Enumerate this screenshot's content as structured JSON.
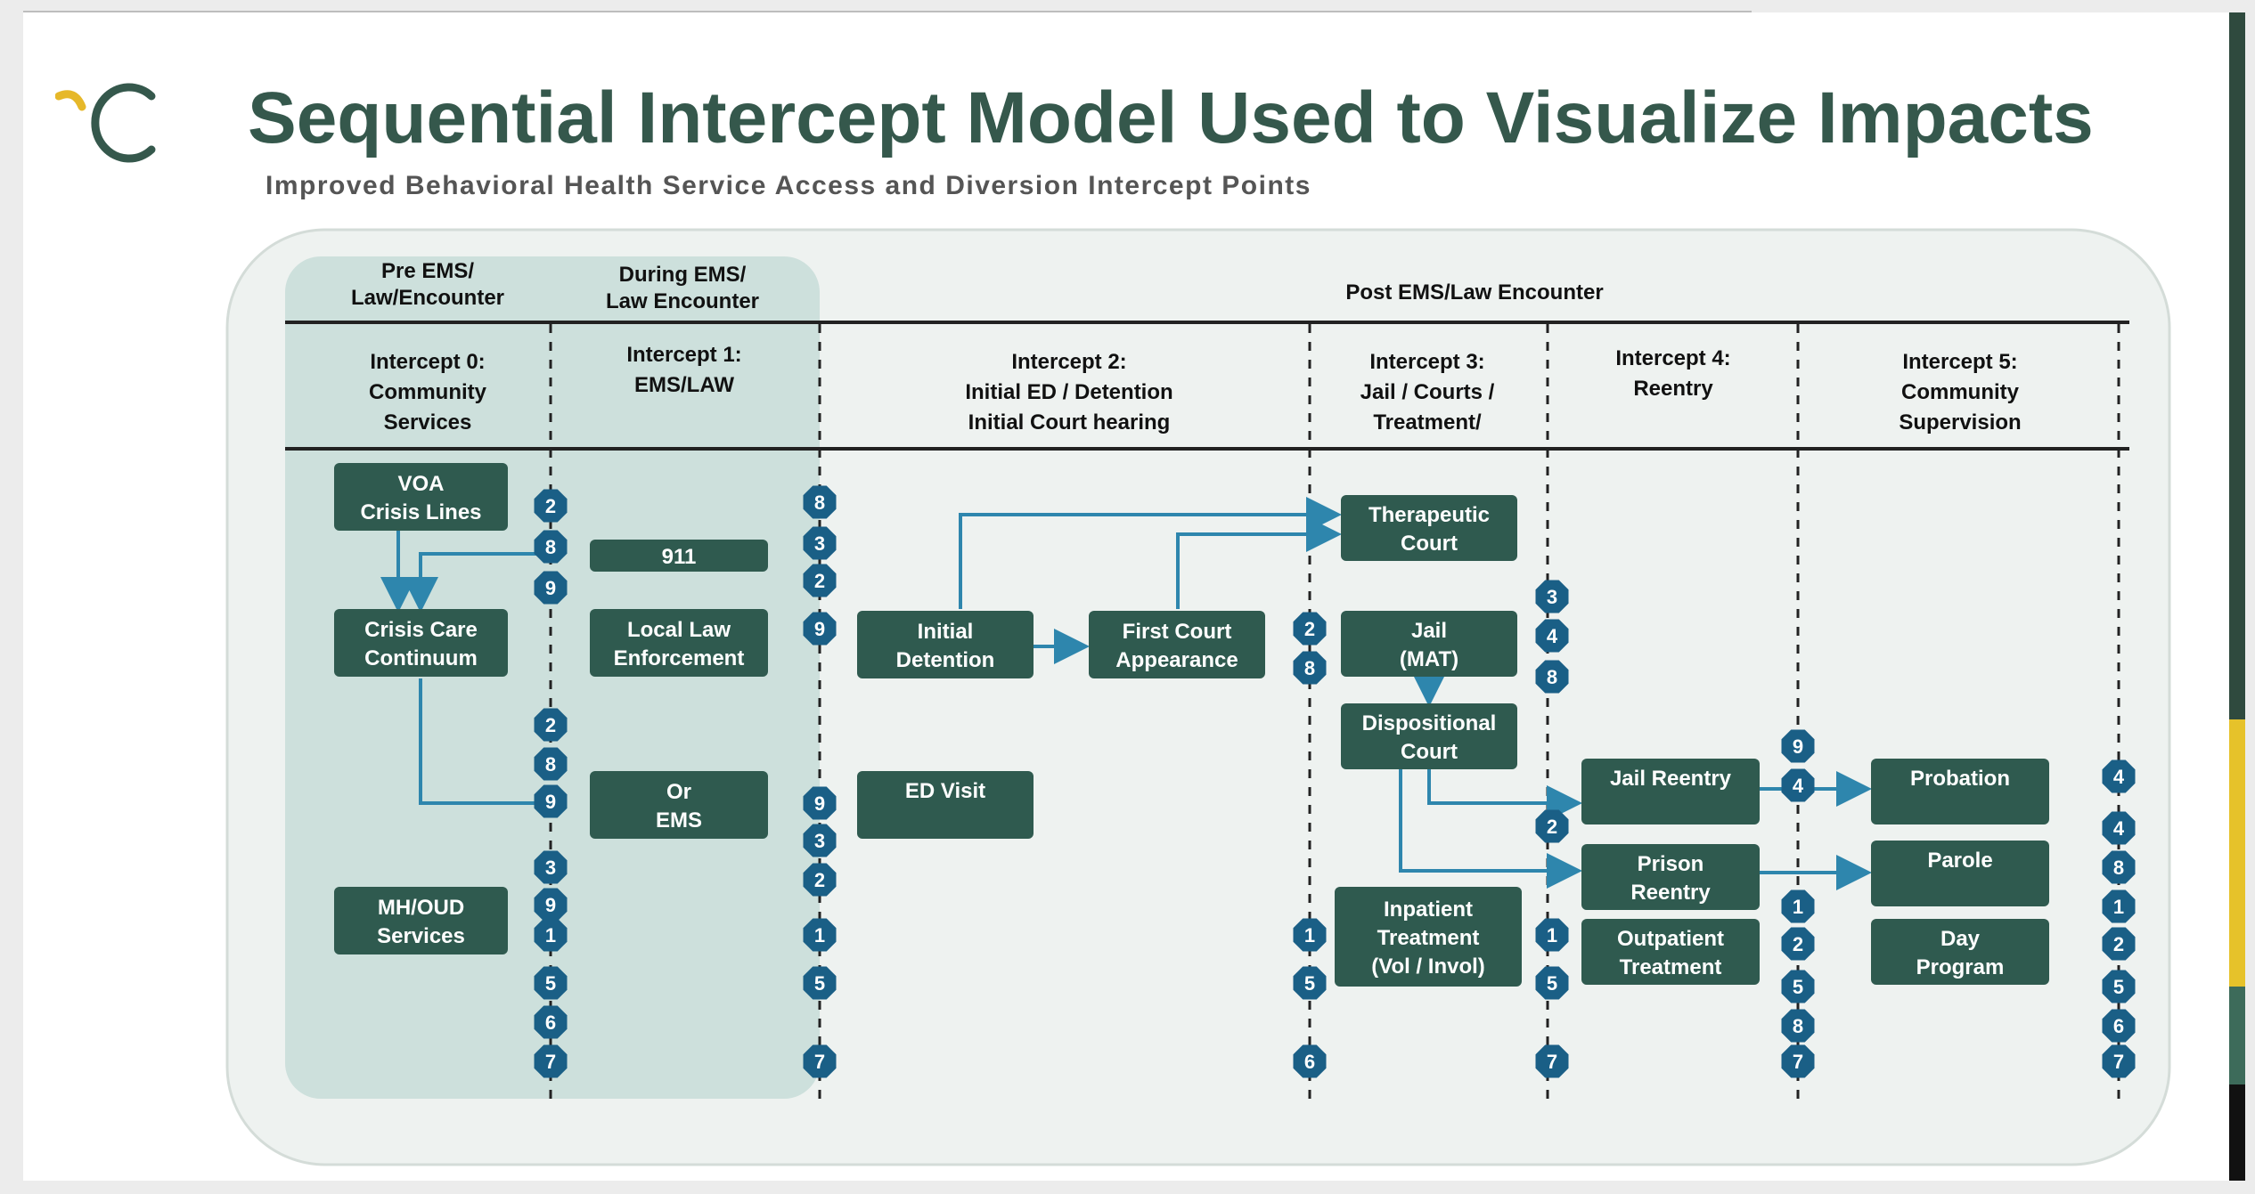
{
  "title": "Sequential Intercept Model Used to Visualize Impacts",
  "subtitle": "Improved Behavioral Health Service Access and Diversion Intercept Points",
  "colors": {
    "title": "#35584c",
    "box_fill": "#2f5a4f",
    "badge_fill": "#1a5f86",
    "arrow": "#2e86ad",
    "panel": "#eef2f0",
    "shaded": "#cde0dc"
  },
  "phases": {
    "pre": [
      "Pre EMS/",
      "Law/Encounter"
    ],
    "during": [
      "During EMS/",
      "Law Encounter"
    ],
    "post": [
      "Post EMS/Law Encounter"
    ]
  },
  "intercepts": [
    [
      "Intercept 0:",
      "Community",
      "Services"
    ],
    [
      "Intercept 1:",
      "EMS/LAW"
    ],
    [
      "Intercept 2:",
      "Initial ED / Detention",
      "Initial Court hearing"
    ],
    [
      "Intercept 3:",
      "Jail / Courts /",
      "Treatment/"
    ],
    [
      "Intercept 4:",
      "Reentry"
    ],
    [
      "Intercept 5:",
      "Community",
      "Supervision"
    ]
  ],
  "boxes": {
    "voa": [
      "VOA",
      "Crisis Lines"
    ],
    "crisis_care": [
      "Crisis Care",
      "Continuum"
    ],
    "mh_oud": [
      "MH/OUD",
      "Services"
    ],
    "n911": [
      "911"
    ],
    "local_law": [
      "Local Law",
      "Enforcement"
    ],
    "or_ems": [
      "Or",
      "EMS"
    ],
    "initial_detention": [
      "Initial",
      "Detention"
    ],
    "first_court": [
      "First Court",
      "Appearance"
    ],
    "ed_visit": [
      "ED Visit"
    ],
    "therapeutic": [
      "Therapeutic",
      "Court"
    ],
    "jail_mat": [
      "Jail",
      "(MAT)"
    ],
    "dispositional": [
      "Dispositional",
      "Court"
    ],
    "inpatient": [
      "Inpatient",
      "Treatment",
      "(Vol / Invol)"
    ],
    "jail_reentry": [
      "Jail Reentry"
    ],
    "prison_reentry": [
      "Prison",
      "Reentry"
    ],
    "outpatient": [
      "Outpatient",
      "Treatment"
    ],
    "probation": [
      "Probation"
    ],
    "parole": [
      "Parole"
    ],
    "day_program": [
      "Day",
      "Program"
    ]
  },
  "badge_numbers": {
    "c0_top": [
      "2",
      "8",
      "9"
    ],
    "c0_mid": [
      "2",
      "8",
      "9"
    ],
    "c0_low": [
      "3",
      "9",
      "1",
      "5",
      "6",
      "7"
    ],
    "c1_top": [
      "8",
      "3",
      "2"
    ],
    "c1_det": [
      "9"
    ],
    "c1_ed": [
      "9",
      "3",
      "2"
    ],
    "c1_low": [
      "1",
      "5",
      "7"
    ],
    "c2_court": [
      "2",
      "8"
    ],
    "c2_low": [
      "1",
      "5",
      "6"
    ],
    "c3_jail": [
      "3",
      "4",
      "8"
    ],
    "c3_mid": [
      "2"
    ],
    "c3_low": [
      "1",
      "5",
      "7"
    ],
    "c4_jr": [
      "9",
      "4"
    ],
    "c4_low": [
      "1",
      "2",
      "5",
      "8",
      "7"
    ],
    "c5": [
      "4",
      "4",
      "8",
      "1",
      "2",
      "5",
      "6",
      "7"
    ]
  }
}
